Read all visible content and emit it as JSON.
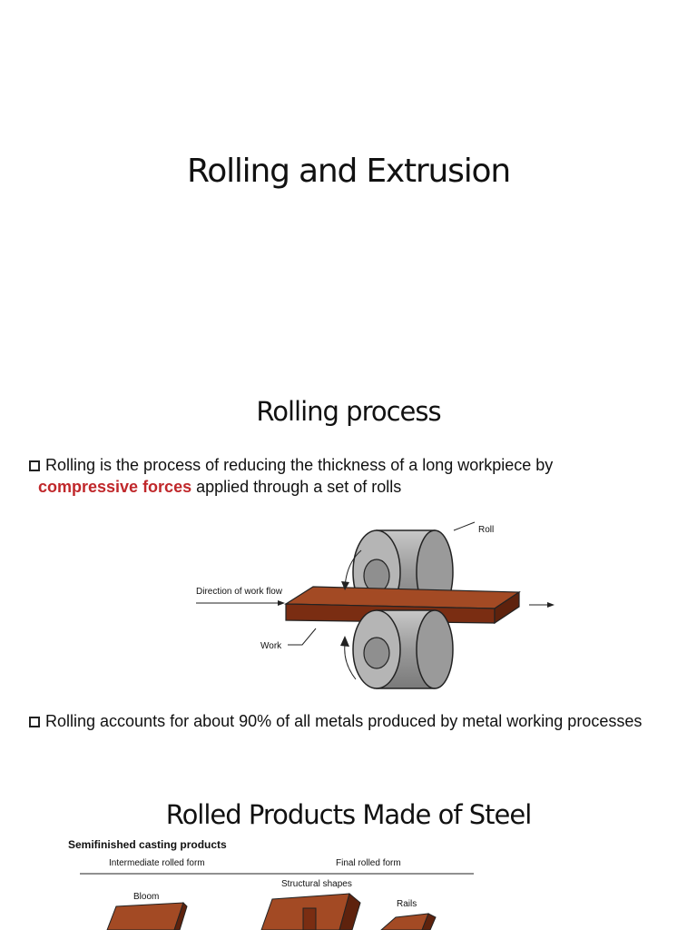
{
  "slide1": {
    "title": "Rolling and Extrusion"
  },
  "slide2": {
    "title": "Rolling process",
    "bullet1": {
      "before": "Rolling is the process of reducing the thickness of a long workpiece by",
      "highlight": "compressive forces",
      "after": "applied through a set of rolls"
    },
    "figure": {
      "label_roll": "Roll",
      "label_direction": "Direction of work flow",
      "label_work": "Work"
    },
    "bullet2": "Rolling accounts for about 90% of all metals produced by metal working processes"
  },
  "slide3": {
    "title": "Rolled Products Made of Steel",
    "figure": {
      "heading": "Semifinished casting products",
      "col_intermediate": "Intermediate rolled form",
      "col_final": "Final rolled form",
      "label_structural": "Structural shapes",
      "label_bloom": "Bloom",
      "label_rails": "Rails"
    }
  },
  "colors": {
    "highlight": "#c0282b",
    "work_piece": "#8b3a1c",
    "roll": "#a9a9a9"
  }
}
